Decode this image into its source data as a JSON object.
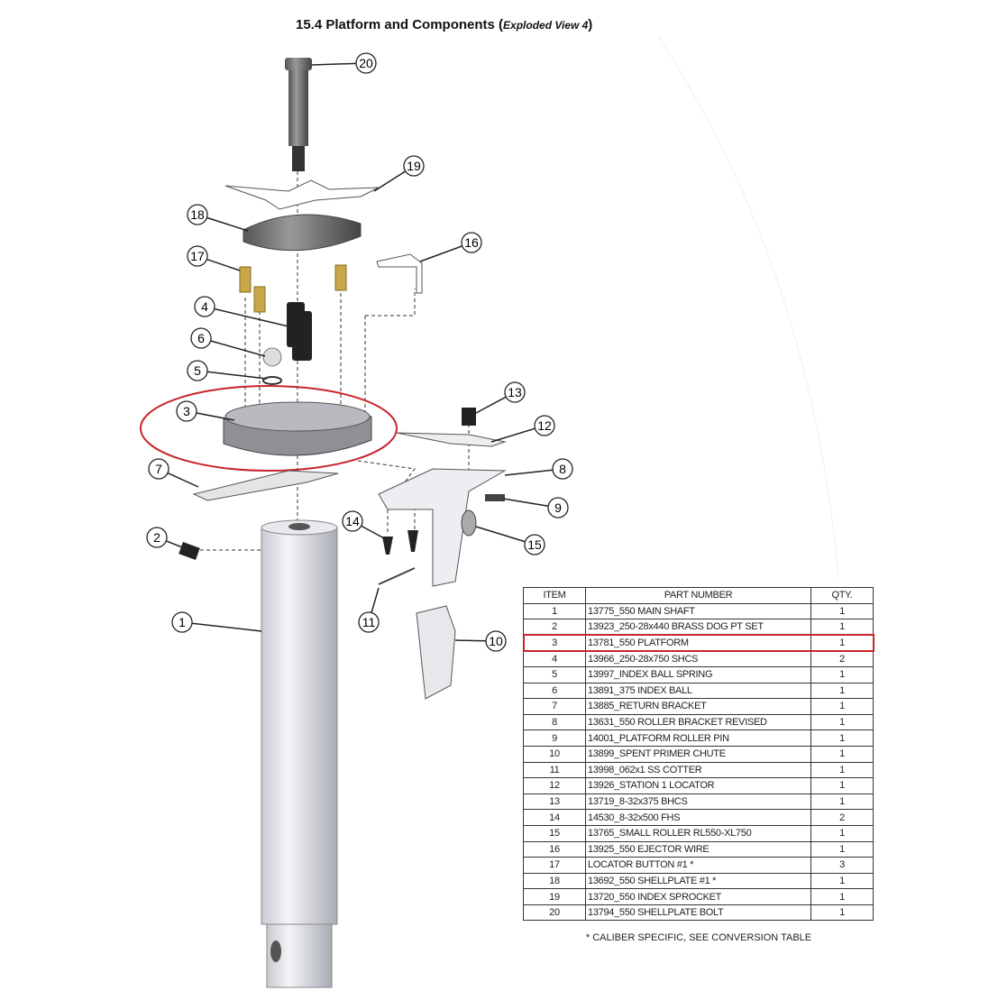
{
  "title": {
    "main": "15.4  Platform and Components (",
    "sub": "Exploded View 4",
    "close": ")"
  },
  "callouts": [
    "1",
    "2",
    "3",
    "4",
    "5",
    "6",
    "7",
    "8",
    "9",
    "10",
    "11",
    "12",
    "13",
    "14",
    "15",
    "16",
    "17",
    "18",
    "19",
    "20"
  ],
  "highlight_color": "#c8262d",
  "table": {
    "headers": [
      "ITEM",
      "PART NUMBER",
      "QTY."
    ],
    "rows": [
      {
        "item": "1",
        "part": "13775_550 MAIN SHAFT",
        "qty": "1"
      },
      {
        "item": "2",
        "part": "13923_250-28x440 BRASS DOG PT SET",
        "qty": "1"
      },
      {
        "item": "3",
        "part": "13781_550 PLATFORM",
        "qty": "1"
      },
      {
        "item": "4",
        "part": "13966_250-28x750 SHCS",
        "qty": "2"
      },
      {
        "item": "5",
        "part": "13997_INDEX BALL SPRING",
        "qty": "1"
      },
      {
        "item": "6",
        "part": "13891_375 INDEX BALL",
        "qty": "1"
      },
      {
        "item": "7",
        "part": "13885_RETURN BRACKET",
        "qty": "1"
      },
      {
        "item": "8",
        "part": "13631_550 ROLLER BRACKET REVISED",
        "qty": "1"
      },
      {
        "item": "9",
        "part": "14001_PLATFORM ROLLER PIN",
        "qty": "1"
      },
      {
        "item": "10",
        "part": "13899_SPENT PRIMER CHUTE",
        "qty": "1"
      },
      {
        "item": "11",
        "part": "13998_062x1 SS COTTER",
        "qty": "1"
      },
      {
        "item": "12",
        "part": "13926_STATION 1 LOCATOR",
        "qty": "1"
      },
      {
        "item": "13",
        "part": "13719_8-32x375 BHCS",
        "qty": "1"
      },
      {
        "item": "14",
        "part": "14530_8-32x500 FHS",
        "qty": "2"
      },
      {
        "item": "15",
        "part": "13765_SMALL ROLLER RL550-XL750",
        "qty": "1"
      },
      {
        "item": "16",
        "part": "13925_550 EJECTOR WIRE",
        "qty": "1"
      },
      {
        "item": "17",
        "part": "LOCATOR BUTTON #1 *",
        "qty": "3"
      },
      {
        "item": "18",
        "part": "13692_550 SHELLPLATE #1 *",
        "qty": "1"
      },
      {
        "item": "19",
        "part": "13720_550 INDEX SPROCKET",
        "qty": "1"
      },
      {
        "item": "20",
        "part": "13794_550 SHELLPLATE BOLT",
        "qty": "1"
      }
    ],
    "highlighted_item": "3",
    "footnote": "* CALIBER SPECIFIC, SEE CONVERSION TABLE"
  }
}
